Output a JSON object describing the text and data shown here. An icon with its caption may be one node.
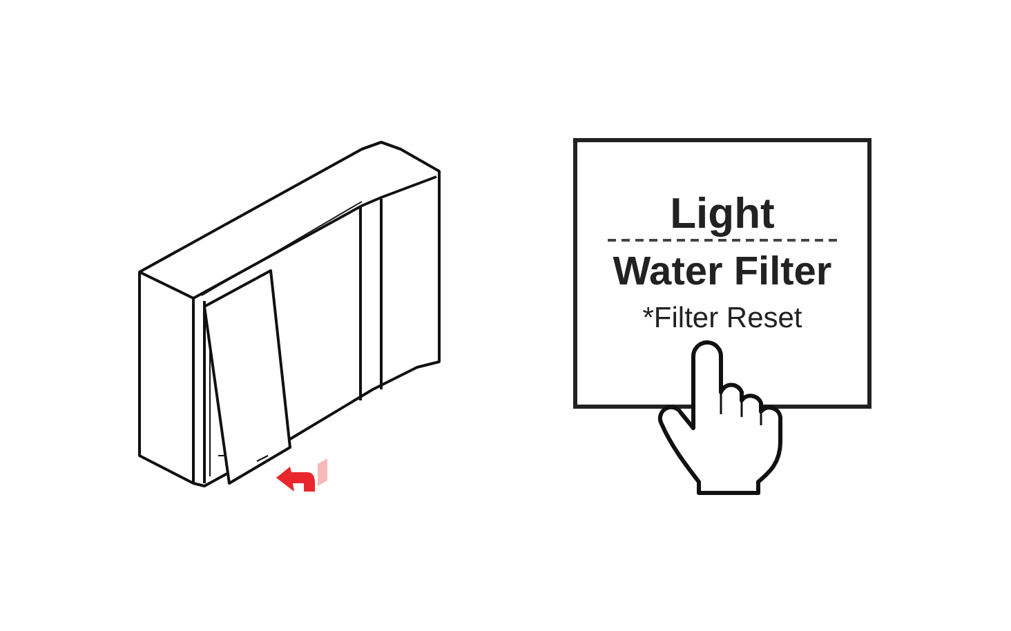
{
  "diagram": {
    "nodes": [
      {
        "text": [
          "Light",
          "Water Filter",
          "*Filter Reset"
        ]
      }
    ]
  }
}
